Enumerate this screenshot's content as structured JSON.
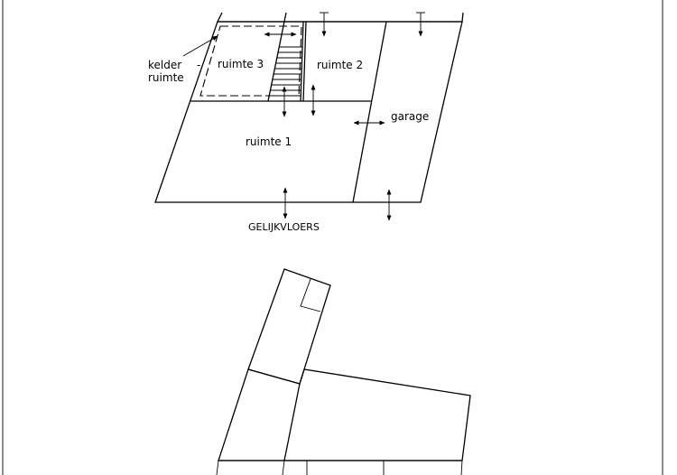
{
  "labels": {
    "kelder_line1": "kelder",
    "kelder_line2": "ruimte",
    "kelder_dash": "-",
    "ruimte3": "ruimte 3",
    "ruimte2": "ruimte 2",
    "ruimte1": "ruimte 1",
    "garage": "garage",
    "floor_name": "GELIJKVLOERS"
  },
  "colors": {
    "ink": "#000000",
    "background": "#ffffff"
  },
  "icons": {
    "double_arrow": "double-arrow-icon",
    "single_arrow": "arrow-down-icon",
    "hatch": "hatch-pattern"
  }
}
